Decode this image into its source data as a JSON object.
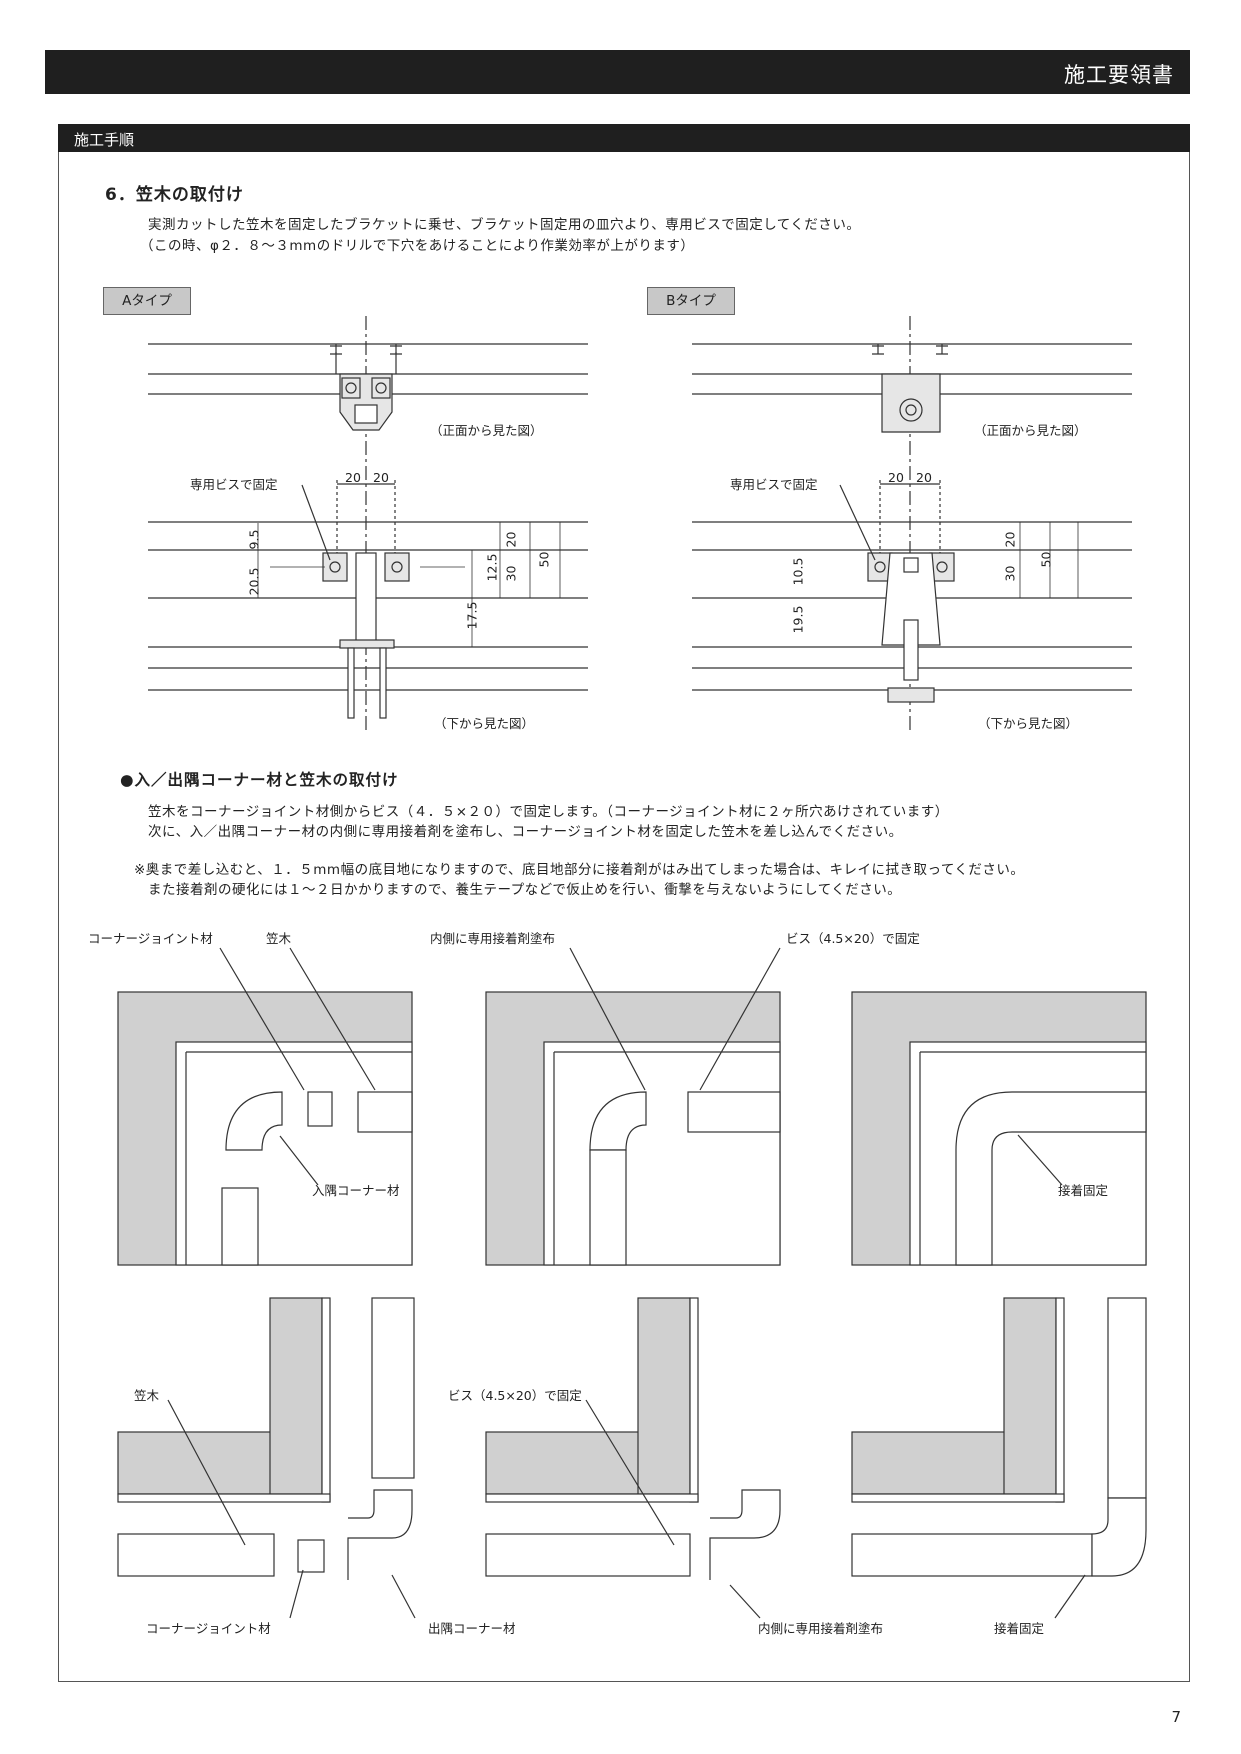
{
  "header": {
    "title": "施工要領書"
  },
  "section": {
    "band": "施工手順"
  },
  "step": {
    "heading": "6．笠木の取付け",
    "line1": "実測カットした笠木を固定したブラケットに乗せ、ブラケット固定用の皿穴より、専用ビスで固定してください。",
    "line2": "（この時、φ２．８～３mmのドリルで下穴をあけることにより作業効率が上がります）"
  },
  "typeA": {
    "tag": "Aタイプ",
    "front_view": "（正面から見た図）",
    "bottom_view": "（下から見た図）",
    "screw_label": "専用ビスで固定",
    "dims": {
      "d20a": "20",
      "d20b": "20",
      "d9_5": "9.5",
      "d20_5": "20.5",
      "d12_5": "12.5",
      "d17_5": "17.5",
      "d20": "20",
      "d30": "30",
      "d50": "50"
    }
  },
  "typeB": {
    "tag": "Bタイプ",
    "front_view": "（正面から見た図）",
    "bottom_view": "（下から見た図）",
    "screw_label": "専用ビスで固定",
    "dims": {
      "d20a": "20",
      "d20b": "20",
      "d10_5": "10.5",
      "d19_5": "19.5",
      "d20": "20",
      "d30": "30",
      "d50": "50"
    }
  },
  "corner": {
    "heading": "●入／出隅コーナー材と笠木の取付け",
    "line1": "笠木をコーナージョイント材側からビス（４．５×２０）で固定します。（コーナージョイント材に２ヶ所穴あけされています）",
    "line2": "次に、入／出隅コーナー材の内側に専用接着剤を塗布し、コーナージョイント材を固定した笠木を差し込んでください。",
    "note1": "※奥まで差し込むと、１．５mm幅の底目地になりますので、底目地部分に接着剤がはみ出てしまった場合は、キレイに拭き取ってください。",
    "note2": "また接着剤の硬化には１～２日かかりますので、養生テープなどで仮止めを行い、衝撃を与えないようにしてください。"
  },
  "labels": {
    "corner_joint_top": "コーナージョイント材",
    "kasagi_top": "笠木",
    "adhesive_top": "内側に専用接着剤塗布",
    "screw_top": "ビス（4.5×20）で固定",
    "inner_corner": "入隅コーナー材",
    "bonded_top": "接着固定",
    "kasagi_bottom": "笠木",
    "screw_bottom": "ビス（4.5×20）で固定",
    "corner_joint_bottom": "コーナージョイント材",
    "outer_corner": "出隅コーナー材",
    "adhesive_bottom": "内側に専用接着剤塗布",
    "bonded_bottom": "接着固定"
  },
  "page_number": "7"
}
